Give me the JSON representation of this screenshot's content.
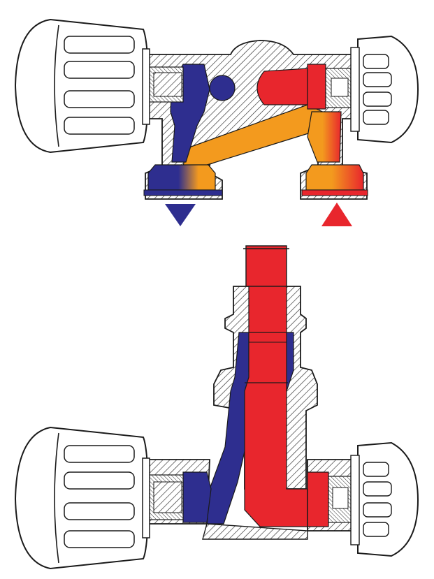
{
  "colors": {
    "background": "#ffffff",
    "outline": "#1a1a1a",
    "hatch": "#2a2a2a",
    "cold": "#2e2e8f",
    "hot": "#e8262d",
    "mixed": "#f39a1e",
    "knob_fill": "#ffffff"
  },
  "upper_valve": {
    "description_icons": [
      "left-handwheel-icon",
      "right-cap-icon"
    ],
    "flow_arrows": [
      {
        "name": "outflow-arrow",
        "direction": "down",
        "color_key": "cold"
      },
      {
        "name": "inflow-arrow",
        "direction": "up",
        "color_key": "hot"
      }
    ]
  },
  "lower_valve": {
    "description_icons": [
      "left-handwheel-icon",
      "right-cap-icon",
      "riser-pipe-icon"
    ]
  }
}
